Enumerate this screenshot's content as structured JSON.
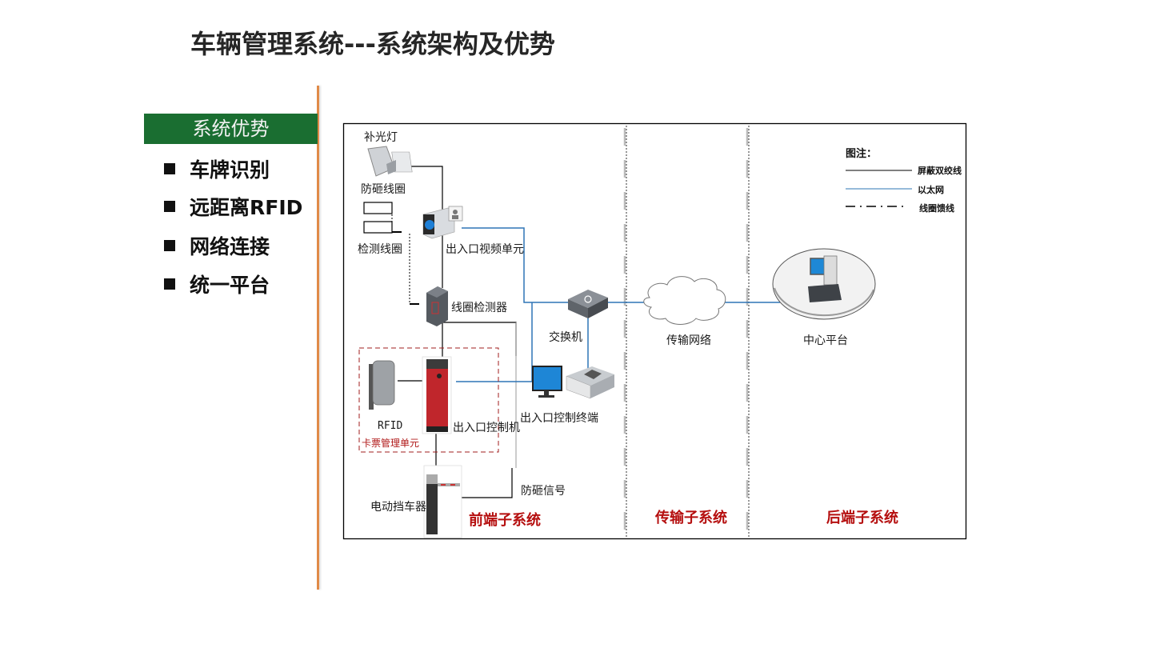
{
  "title": "车辆管理系统---系统架构及优势",
  "sidebar": {
    "header": "系统优势",
    "items": [
      {
        "label": "车牌识别"
      },
      {
        "label": "远距离RFID"
      },
      {
        "label": "网络连接"
      },
      {
        "label": "统一平台"
      }
    ]
  },
  "diagram": {
    "legend": {
      "title": "图注：",
      "entries": [
        {
          "label": "屏蔽双绞线",
          "style": "solid",
          "color": "#000000"
        },
        {
          "label": "以太网",
          "style": "solid",
          "color": "#2e75b6"
        },
        {
          "label": "线圈馈线",
          "style": "dash-dot",
          "color": "#000000"
        }
      ]
    },
    "nodes": {
      "fill_light": "补光灯",
      "anti_smash_coil": "防砸线圈",
      "detect_coil": "检测线圈",
      "video_unit": "出入口视频单元",
      "coil_detector": "线圈检测器",
      "switch": "交换机",
      "rfid": "RFID",
      "card_unit": "卡票管理单元",
      "controller": "出入口控制机",
      "terminal": "出入口控制终端",
      "barrier": "电动挡车器",
      "anti_smash_signal": "防砸信号",
      "network": "传输网络",
      "center": "中心平台"
    },
    "subsystems": {
      "front": "前端子系统",
      "transport": "传输子系统",
      "back": "后端子系统"
    },
    "colors": {
      "ethernet": "#2e75b6",
      "subsystem_label": "#b50f0f",
      "card_unit_border": "#a01c1c"
    }
  }
}
